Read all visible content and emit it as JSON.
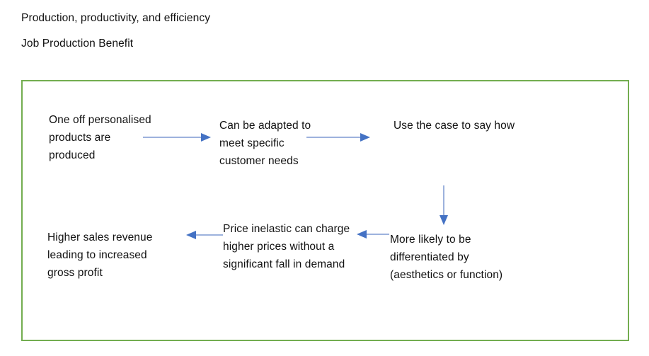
{
  "page": {
    "heading_1": "Production, productivity, and efficiency",
    "heading_2": "Job Production Benefit"
  },
  "diagram": {
    "frame_border_color": "#73AD50",
    "arrow_shaft_color": "#9DB2DD",
    "arrow_head_color": "#4472C4",
    "nodes": [
      {
        "id": "one-off",
        "lines": [
          "One off personalised",
          "products are",
          "produced"
        ]
      },
      {
        "id": "adapted",
        "lines": [
          "Can be adapted to",
          "meet specific",
          "customer needs"
        ]
      },
      {
        "id": "use-case",
        "lines": [
          "Use the case to say how"
        ]
      },
      {
        "id": "differentiated",
        "lines": [
          "More likely to be",
          "differentiated by",
          "(aesthetics or function)"
        ]
      },
      {
        "id": "price-inelastic",
        "lines": [
          "Price inelastic can charge",
          "higher prices without a",
          "significant fall in demand"
        ]
      },
      {
        "id": "higher-sales",
        "lines": [
          "Higher sales revenue",
          "leading to increased",
          "gross profit"
        ]
      }
    ],
    "arrows": [
      {
        "id": "one-off-to-adapted",
        "direction": "right"
      },
      {
        "id": "adapted-to-use-case",
        "direction": "right"
      },
      {
        "id": "use-case-to-differentiated",
        "direction": "down"
      },
      {
        "id": "differentiated-to-price-inelastic",
        "direction": "left"
      },
      {
        "id": "price-inelastic-to-higher-sales",
        "direction": "left"
      }
    ]
  }
}
